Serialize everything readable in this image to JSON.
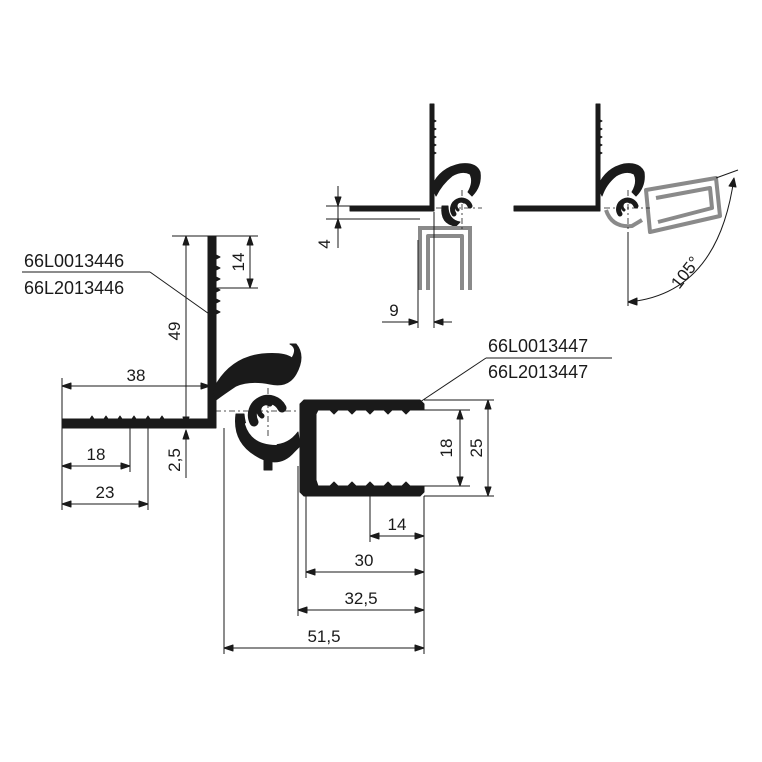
{
  "part_codes": {
    "hinge_profile": [
      "66L0013446",
      "66L2013446"
    ],
    "channel_profile": [
      "66L0013447",
      "66L2013447"
    ]
  },
  "dimensions": {
    "flange_height": "14",
    "total_height": "49",
    "base_width": "38",
    "base_inner_18": "18",
    "base_23": "23",
    "base_thickness": "2,5",
    "channel_inner": "18",
    "channel_outer": "25",
    "channel_14": "14",
    "channel_30": "30",
    "channel_32_5": "32,5",
    "overall_51_5": "51,5"
  },
  "inset_dimensions": {
    "gap_4": "4",
    "offset_9": "9",
    "angle": "105°"
  }
}
